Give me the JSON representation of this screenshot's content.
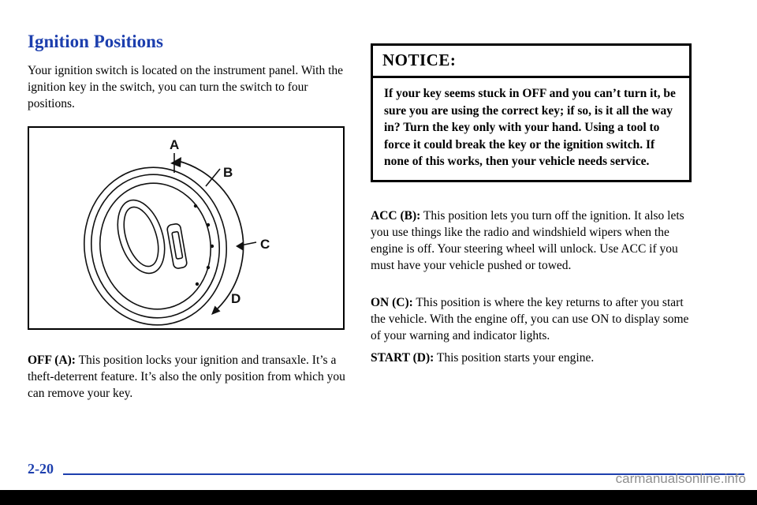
{
  "left_column": {
    "heading": "Ignition Positions",
    "intro": "Your ignition switch is located on the instrument panel. With the ignition key in the switch, you can turn the switch to four positions.",
    "diagram": {
      "labels": [
        "A",
        "B",
        "C",
        "D"
      ]
    },
    "off_label": "OFF (A):",
    "off_text": "This position locks your ignition and transaxle. It’s a theft-deterrent feature. It’s also the only position from which you can remove your key."
  },
  "right_column": {
    "notice_title": "NOTICE:",
    "notice_body": "If your key seems stuck in OFF and you can’t turn it, be sure you are using the correct key; if so, is it all the way in? Turn the key only with your hand. Using a tool to force it could break the key or the ignition switch. If none of this works, then your vehicle needs service.",
    "acc_label": "ACC (B):",
    "acc_text": "This position lets you turn off the ignition. It also lets you use things like the radio and windshield wipers when the engine is off. Your steering wheel will unlock. Use ACC if you must have your vehicle pushed or towed.",
    "on_label": "ON (C):",
    "on_text": "This position is where the key returns to after you start the vehicle. With the engine off, you can use ON to display some of your warning and indicator lights.",
    "start_label": "START (D):",
    "start_text": "This position starts your engine."
  },
  "footer": {
    "page_number": "2-20",
    "watermark": "carmanualsonline.info"
  },
  "colors": {
    "accent_blue": "#1d3fae",
    "bar_black": "#000000"
  }
}
